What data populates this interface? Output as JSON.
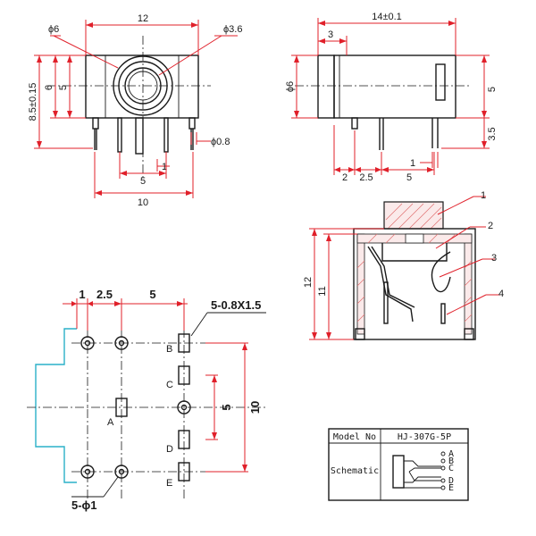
{
  "front_view": {
    "dim_width": "12",
    "dim_outer_dia": "ϕ6",
    "dim_inner_dia": "ϕ3.6",
    "dim_height": "8.5±0.15",
    "dim_center_height": "6",
    "dim_body_height": "5",
    "dim_pin_dia": "ϕ0.8",
    "dim_pin_gap": "1",
    "dim_pin_span": "5",
    "dim_overall": "10"
  },
  "side_view": {
    "dim_length": "14±0.1",
    "dim_collar": "3",
    "dim_dia": "ϕ6",
    "dim_body": "5",
    "dim_pin_len": "3.5",
    "dim_pin_offset": "1",
    "dim_a": "2",
    "dim_b": "2.5",
    "dim_c": "5"
  },
  "section_view": {
    "dim_height_total": "12",
    "dim_height_body": "11",
    "callouts": [
      "1",
      "2",
      "3",
      "4"
    ]
  },
  "pcb_layout": {
    "dim_gap": "1",
    "dim_pitch": "2.5",
    "dim_spacing": "5",
    "pad_size": "5-0.8X1.5",
    "hole_size": "5-ϕ1",
    "dim_vertical_small": "5",
    "dim_vertical_large": "10",
    "pins": [
      "A",
      "B",
      "C",
      "D",
      "E"
    ]
  },
  "title_block": {
    "model_label": "Model No",
    "model_value": "HJ-307G-5P",
    "schematic_label": "Schematic",
    "pins": [
      "A",
      "B",
      "C",
      "D",
      "E"
    ]
  }
}
